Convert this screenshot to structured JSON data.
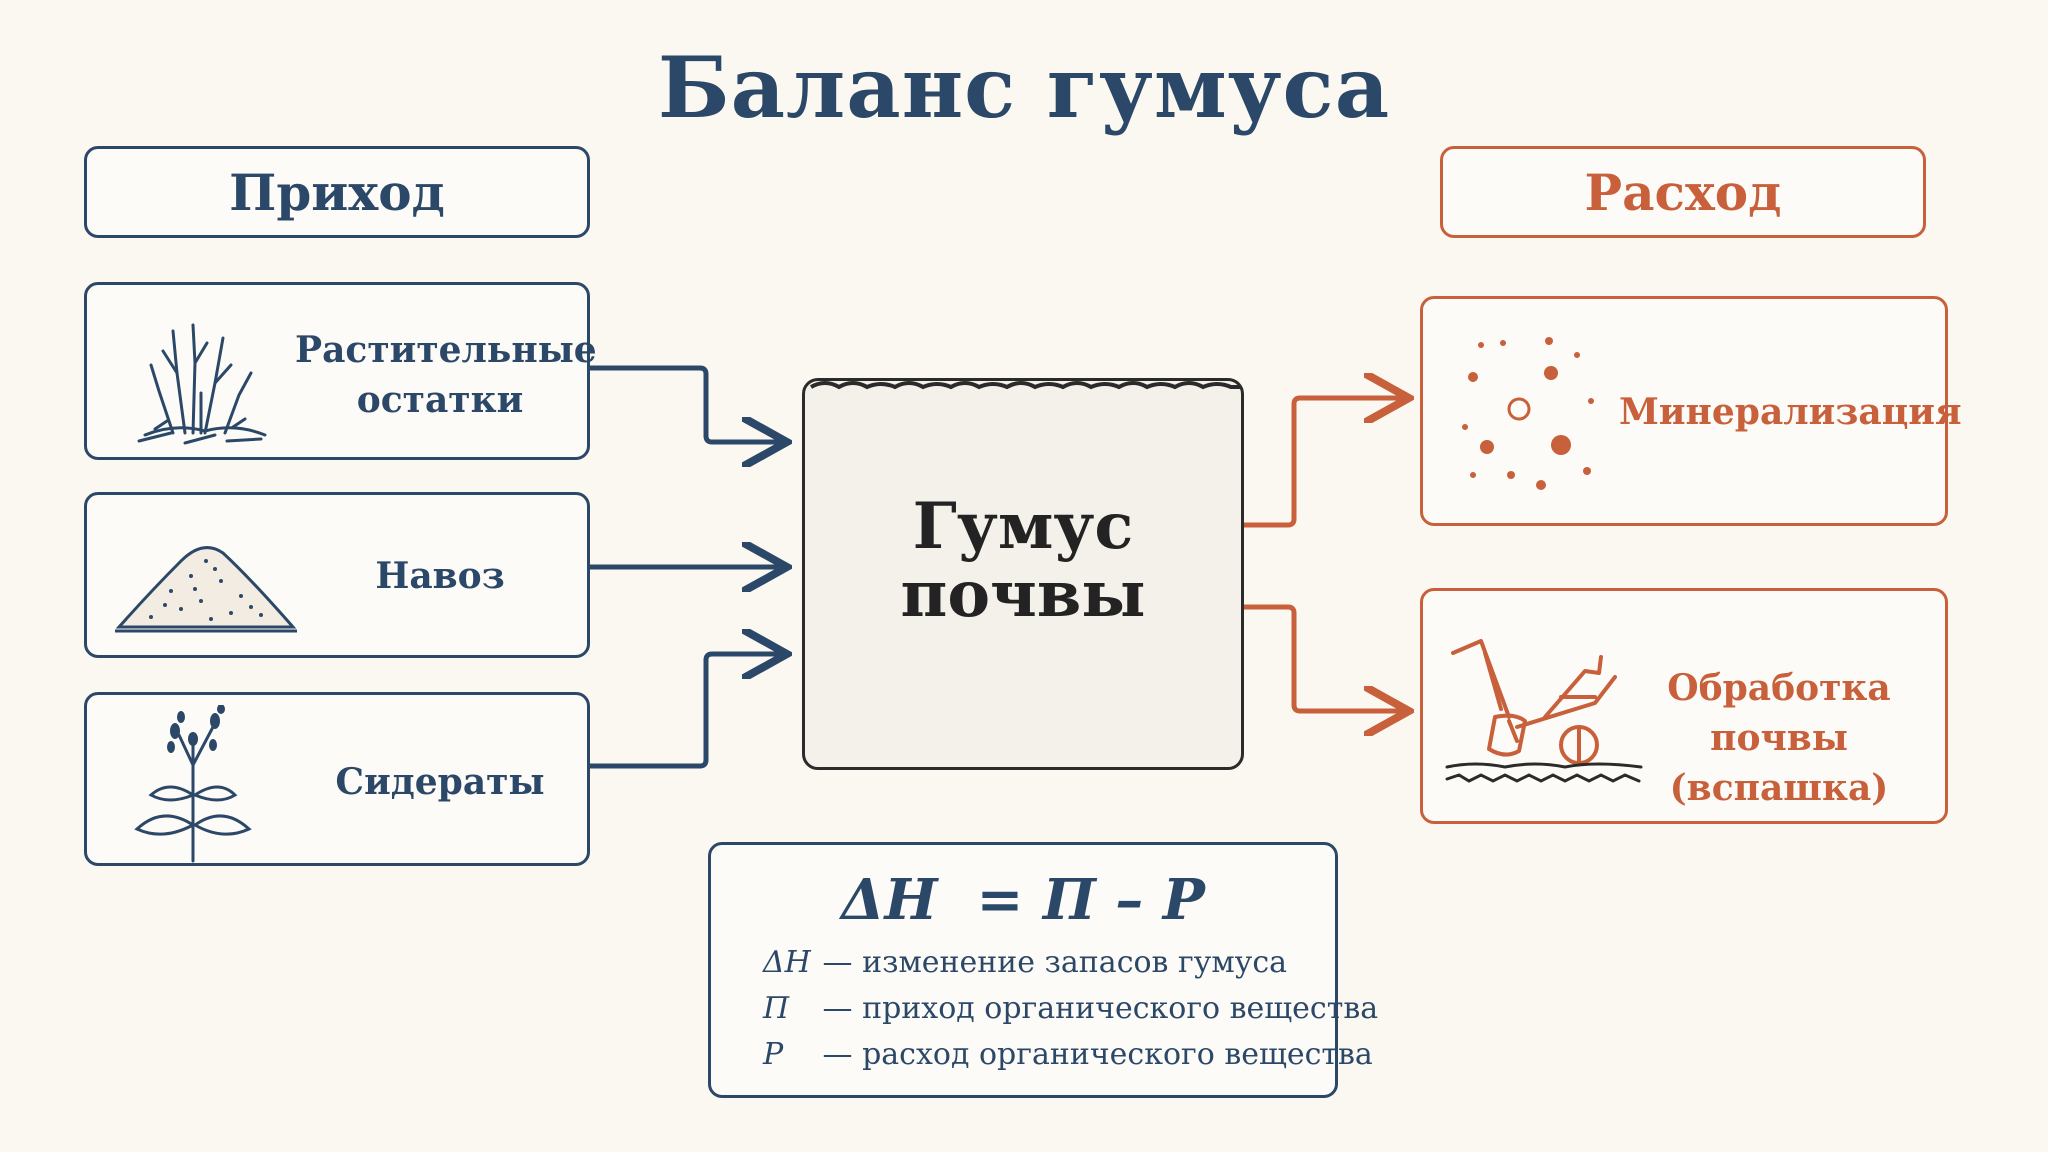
{
  "title": "Баланс гумуса",
  "income": {
    "header": "Приход",
    "items": [
      {
        "label_line1": "Растительные",
        "label_line2": "остатки",
        "icon": "plant-residue-icon"
      },
      {
        "label": "Навоз",
        "icon": "manure-pile-icon"
      },
      {
        "label": "Сидераты",
        "icon": "green-manure-plant-icon"
      }
    ]
  },
  "expense": {
    "header": "Расход",
    "items": [
      {
        "label": "Минерализация",
        "icon": "mineral-particles-icon"
      },
      {
        "label_line1": "Обработка почвы",
        "label_line2": "(вспашка)",
        "icon": "plow-icon"
      }
    ]
  },
  "center": {
    "line1": "Гумус",
    "line2": "почвы"
  },
  "formula": {
    "main": "ΔH  = П – Р",
    "legend": [
      {
        "symbol": "ΔH",
        "text": "— изменение запасов гумуса"
      },
      {
        "symbol": "П",
        "text": "— приход органического вещества"
      },
      {
        "symbol": "Р",
        "text": "— расход органического вещества"
      }
    ]
  },
  "colors": {
    "income": "#2c4868",
    "expense": "#c7603b",
    "background": "#fbf8f2"
  }
}
